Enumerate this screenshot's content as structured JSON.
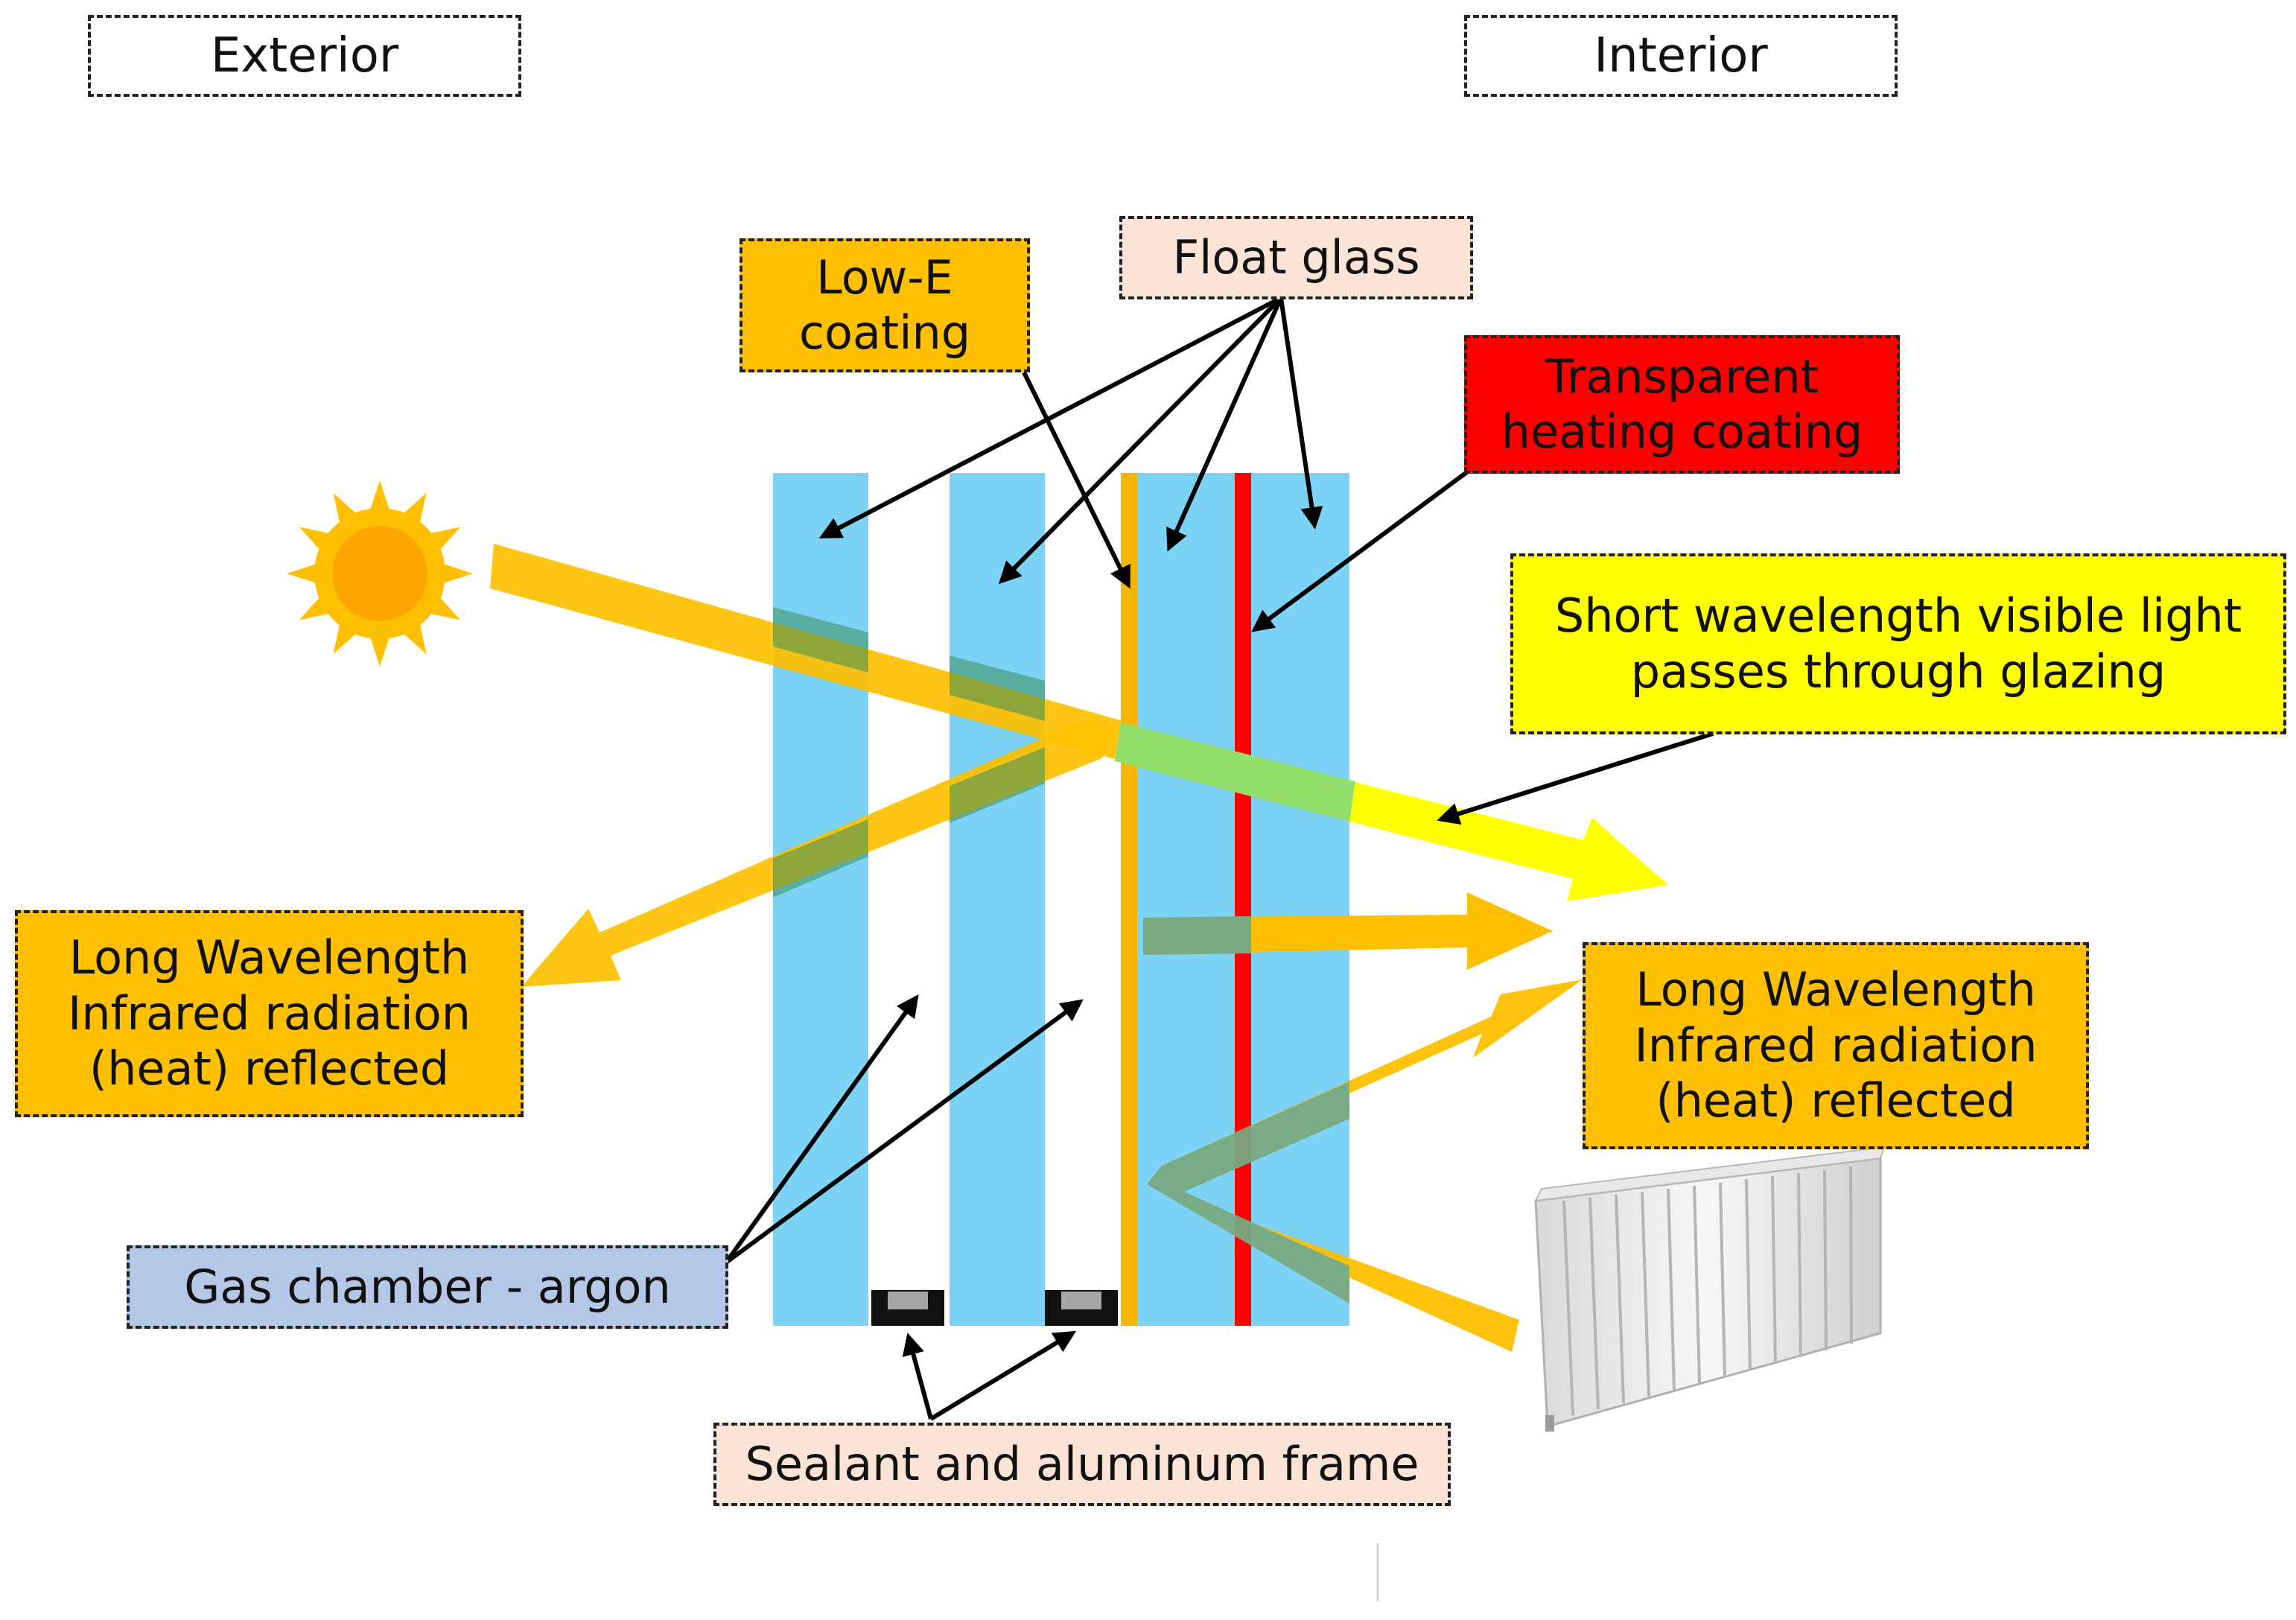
{
  "labels": {
    "exterior": "Exterior",
    "interior": "Interior",
    "low_e": [
      "Low-E",
      "coating"
    ],
    "float_glass": "Float glass",
    "transparent_heating": [
      "Transparent",
      "heating coating"
    ],
    "short_wavelength": [
      "Short wavelength visible light",
      "passes through glazing"
    ],
    "long_left": [
      "Long Wavelength",
      "Infrared radiation",
      "(heat) reflected"
    ],
    "long_right": [
      "Long Wavelength",
      "Infrared radiation",
      "(heat) reflected"
    ],
    "gas_chamber": "Gas chamber - argon",
    "sealant": "Sealant and aluminum frame"
  },
  "colors": {
    "glass": "#7dd3f5",
    "low_e": "#f7b500",
    "heating": "#ff0000",
    "infrared_arrow": "#ffc000",
    "visible_arrow": "#ffff00",
    "overlap_green": "#7aa982",
    "float_glass_box": "#fbe4d5",
    "gas_box": "#b4c7e7",
    "low_e_box": "#ffc000",
    "heating_box": "#ff0000",
    "visible_box": "#ffff00",
    "long_box": "#ffc000",
    "sun": "#ffa500"
  },
  "icons": {
    "sun": "sun-icon",
    "radiator": "radiator-icon"
  }
}
